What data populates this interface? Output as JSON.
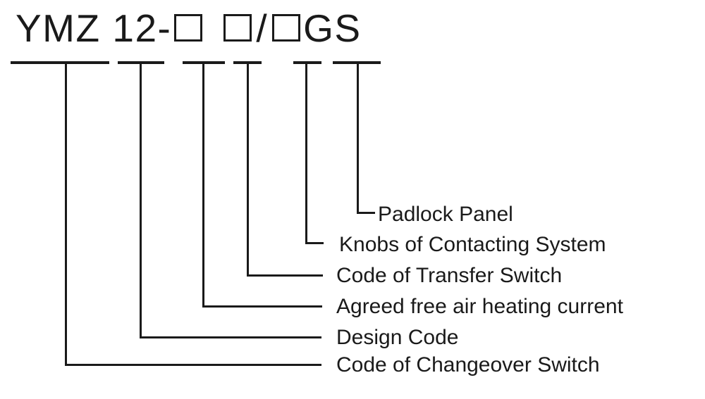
{
  "page": {
    "background": "#ffffff",
    "ink_color": "#1a1a1a"
  },
  "model_code": {
    "full_code": "YMZ 12-□ □/□GS",
    "prefix": "YMZ 12-",
    "placeholder_symbol": "□",
    "separator": "/",
    "suffix": "GS"
  },
  "legend": {
    "padlock": "Padlock Panel",
    "knobs": "Knobs of Contacting System",
    "transfer": "Code of Transfer Switch",
    "heating": "Agreed free air heating current",
    "design": "Design Code",
    "changeover": "Code of Changeover Switch"
  }
}
